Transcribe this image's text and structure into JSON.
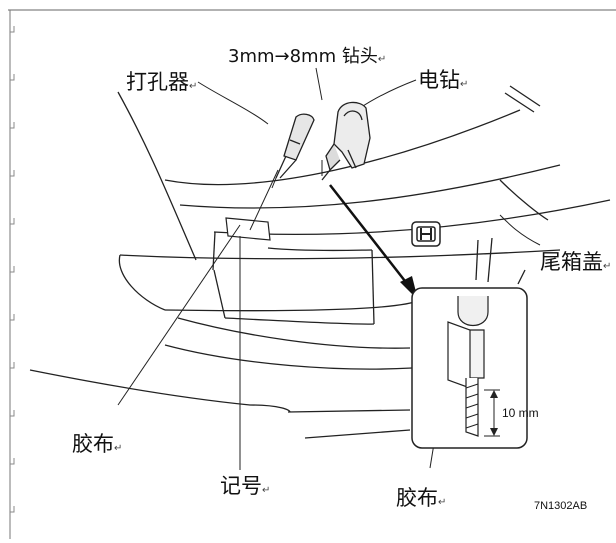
{
  "labels": {
    "drill_bit": "3mm→8mm 钻头",
    "puncher": "打孔器",
    "electric_drill": "电钻",
    "trunk_lid": "尾箱盖",
    "tape_left": "胶布",
    "mark": "记号",
    "tape_inset": "胶布",
    "depth": "10 mm",
    "figure_code": "7N1302AB"
  },
  "return_mark": "↵"
}
